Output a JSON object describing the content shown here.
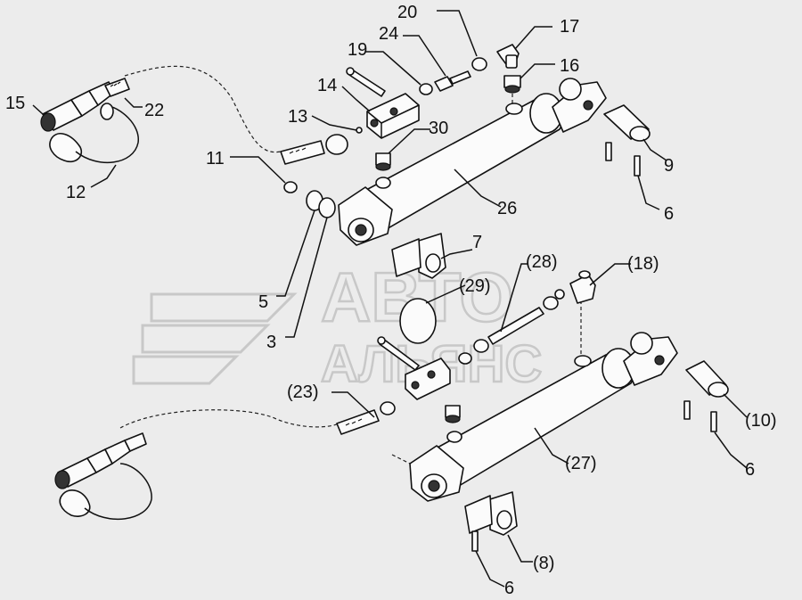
{
  "watermark": {
    "line1": "АВТО",
    "line2": "АЛЬЯНС"
  },
  "callouts": [
    {
      "id": "c15",
      "text": "15"
    },
    {
      "id": "c22",
      "text": "22"
    },
    {
      "id": "c12",
      "text": "12"
    },
    {
      "id": "c14",
      "text": "14"
    },
    {
      "id": "c13",
      "text": "13"
    },
    {
      "id": "c19",
      "text": "19"
    },
    {
      "id": "c24",
      "text": "24"
    },
    {
      "id": "c20",
      "text": "20"
    },
    {
      "id": "c17",
      "text": "17"
    },
    {
      "id": "c16",
      "text": "16"
    },
    {
      "id": "c30",
      "text": "30"
    },
    {
      "id": "c11",
      "text": "11"
    },
    {
      "id": "c9",
      "text": "9"
    },
    {
      "id": "c6a",
      "text": "6"
    },
    {
      "id": "c26",
      "text": "26"
    },
    {
      "id": "c7",
      "text": "7"
    },
    {
      "id": "c5",
      "text": "5"
    },
    {
      "id": "c3",
      "text": "3"
    },
    {
      "id": "c28",
      "text": "(28)"
    },
    {
      "id": "c18",
      "text": "(18)"
    },
    {
      "id": "c29",
      "text": "(29)"
    },
    {
      "id": "c23",
      "text": "(23)"
    },
    {
      "id": "c10",
      "text": "(10)"
    },
    {
      "id": "c6b",
      "text": "6"
    },
    {
      "id": "c27",
      "text": "(27)"
    },
    {
      "id": "c8",
      "text": "(8)"
    },
    {
      "id": "c6c",
      "text": "6"
    }
  ]
}
